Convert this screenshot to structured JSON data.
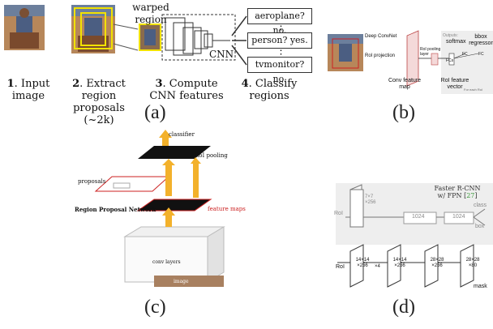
{
  "panels": {
    "a": {
      "caption": "(a)",
      "warped_label": "warped region",
      "cnn_label": "CNN",
      "steps": [
        {
          "num": "1",
          "text": ". Input image"
        },
        {
          "num": "2",
          "text": ". Extract region proposals (~2k)"
        },
        {
          "num": "3",
          "text": ". Compute CNN features"
        },
        {
          "num": "4",
          "text": ". Classify regions"
        }
      ],
      "outputs": [
        "aeroplane? no.",
        "person? yes.",
        "tvmonitor? no."
      ],
      "ellipsis": "⋮"
    },
    "b": {
      "caption": "(b)",
      "labels": {
        "deep_convnet": "Deep ConvNet",
        "roi_projection": "RoI projection",
        "conv_feature_map": "Conv feature map",
        "roi_pooling_layer": "RoI pooling layer",
        "fcs": "FCs",
        "roi_feature_vector": "RoI feature vector",
        "outputs": "Outputs:",
        "softmax": "softmax",
        "bbox_regressor": "bbox regressor",
        "fc": "FC",
        "for_each_roi": "For each RoI"
      }
    },
    "c": {
      "caption": "(c)",
      "labels": {
        "classifier": "classifier",
        "roi_pooling": "RoI pooling",
        "proposals": "proposals",
        "rpn": "Region Proposal Network",
        "feature_maps": "feature maps",
        "conv_layers": "conv layers",
        "image": "image"
      }
    },
    "d": {
      "caption": "(d)",
      "title": "Faster R-CNN",
      "subtitle_prefix": "w/ FPN [",
      "subtitle_ref": "27",
      "subtitle_suffix": "]",
      "top": {
        "roi": "RoI",
        "block_a": "7×7 ×256",
        "fc1": "1024",
        "fc2": "1024",
        "class": "class",
        "box": "box"
      },
      "bottom": {
        "roi": "RoI",
        "b1": "14×14 ×256",
        "x4": "×4",
        "b2": "14×14 ×256",
        "b3": "28×28 ×256",
        "b4": "28×28 ×80",
        "mask": "mask"
      }
    }
  },
  "colors": {
    "proposal_yellow": "#f2e200",
    "rpn_red": "#cc2222",
    "arrow_orange": "#f3b12b",
    "fpn_green": "#3a9a3a",
    "gray_bg": "#eeeeee"
  }
}
